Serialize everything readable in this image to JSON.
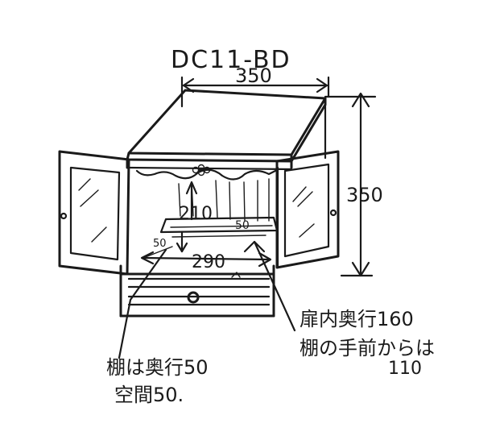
{
  "model": "DC11-BD",
  "dimensions": {
    "width": "350",
    "height": "350",
    "interior_height": "210",
    "shelf_depth_right": "50",
    "shelf_depth_left": "50",
    "interior_width": "290"
  },
  "notes": {
    "shelf_line1": "棚は奥行50",
    "shelf_line2": "空間50.",
    "door_line1": "扉内奥行160",
    "door_line2": "棚の手前からは",
    "door_line3": "110"
  }
}
